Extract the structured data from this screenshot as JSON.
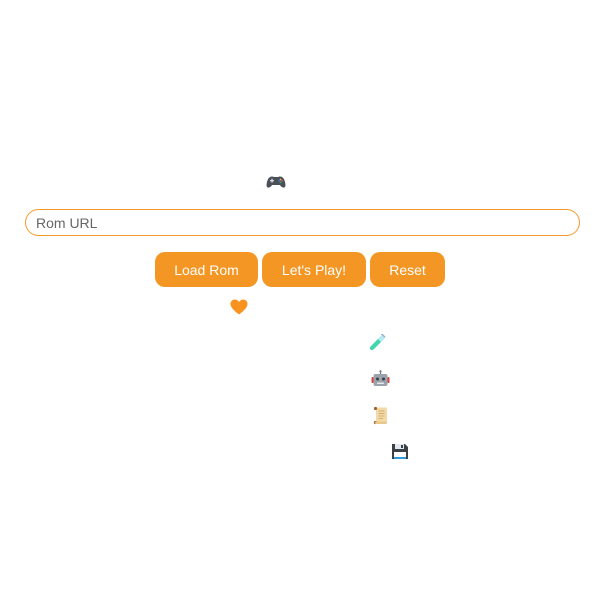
{
  "controls": {
    "rom_url": {
      "value": "",
      "placeholder": "Rom URL"
    },
    "buttons": {
      "load_rom": "Load Rom",
      "lets_play": "Let's Play!",
      "reset": "Reset"
    }
  },
  "icons": {
    "header": "gamepad-icon",
    "status": "orange-heart-icon",
    "side": [
      "test-tube-icon",
      "robot-icon",
      "scroll-icon",
      "floppy-disk-icon"
    ]
  },
  "colors": {
    "accent": "#f39623",
    "input_border": "#f39a2b",
    "button_text": "#ffffff",
    "placeholder_text": "#666666"
  }
}
